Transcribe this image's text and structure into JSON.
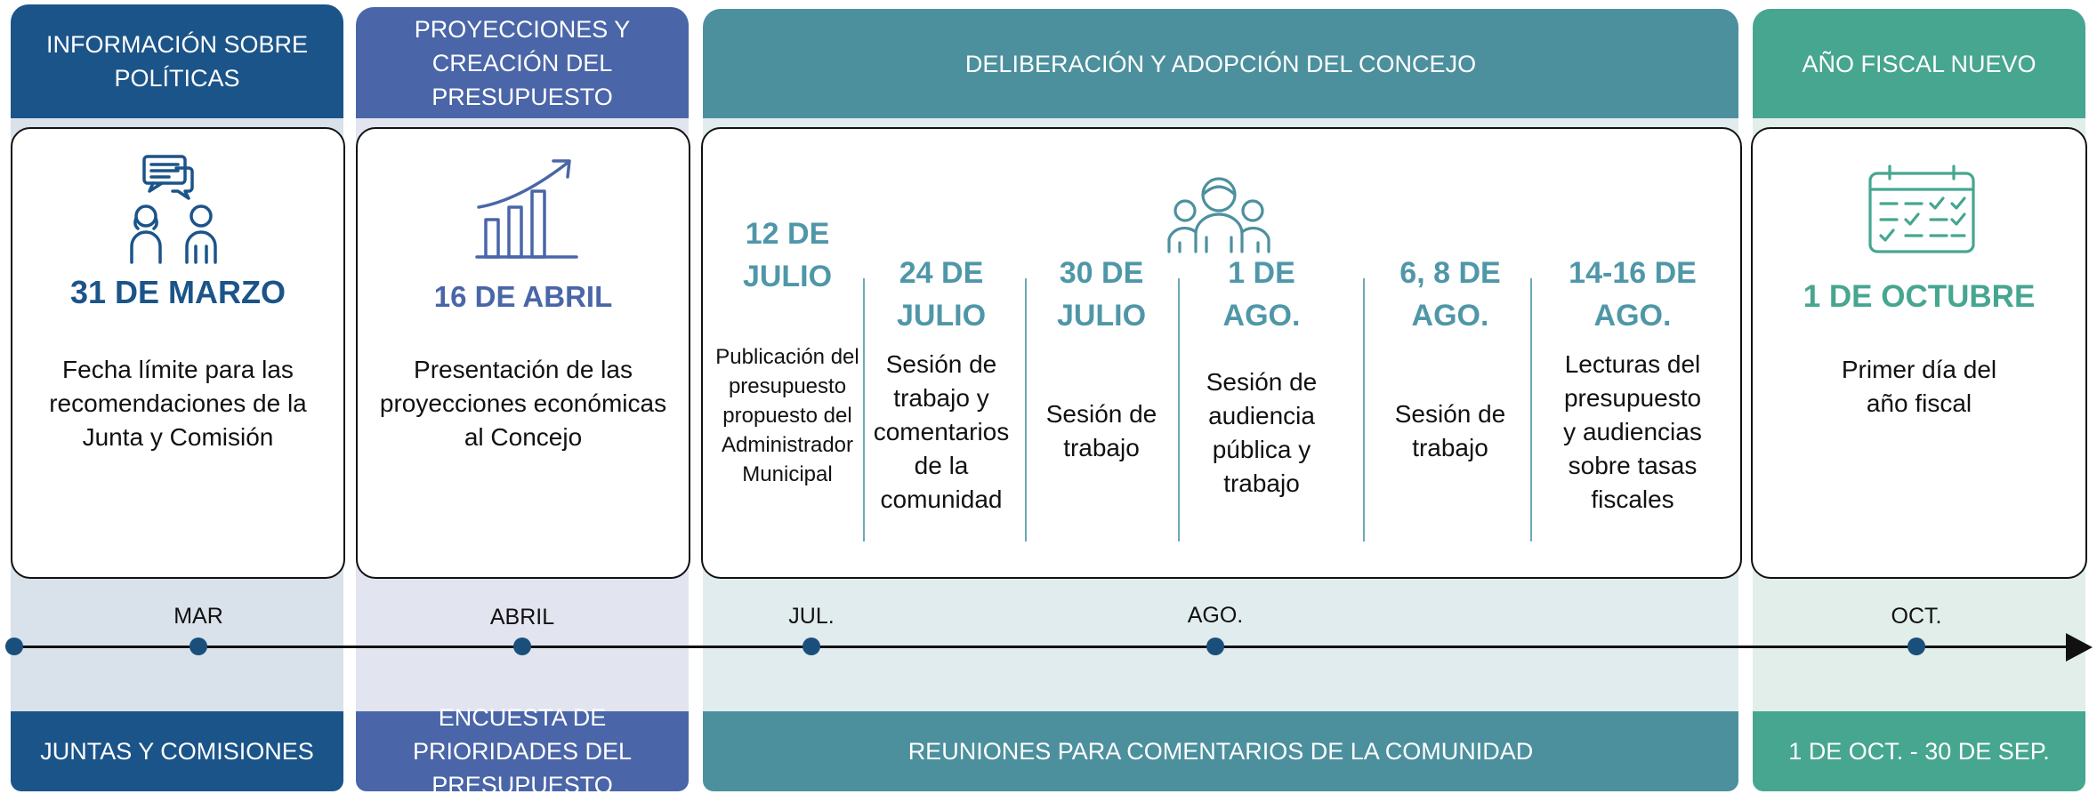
{
  "colors": {
    "phase1": "#1b5489",
    "phase2": "#4a66a8",
    "phase3": "#4c909e",
    "phase4": "#46a690",
    "band1": "#d9e2eb",
    "band2": "#e2e5ef",
    "band3": "#e1ecee",
    "band4": "#e1eeea",
    "timeline": "#111111",
    "dot": "#1b4f7b"
  },
  "phases": [
    {
      "header": "INFORMACIÓN SOBRE POLÍTICAS",
      "icon": "discussion-people-icon",
      "date": "31 DE MARZO",
      "description": "Fecha límite para las recomendaciones de la Junta y Comisión",
      "footer": "JUNTAS Y COMISIONES"
    },
    {
      "header": "PROYECCIONES Y CREACIÓN DEL PRESUPUESTO",
      "icon": "growth-chart-icon",
      "date": "16 DE ABRIL",
      "description": "Presentación de las proyecciones económicas al Concejo",
      "footer": "ENCUESTA DE PRIORIDADES DEL PRESUPUESTO"
    },
    {
      "header": "DELIBERACIÓN Y ADOPCIÓN DEL CONCEJO",
      "icon": "group-people-icon",
      "milestones": [
        {
          "date": "12 DE JULIO",
          "description": "Publicación del presupuesto propuesto del Administrador Municipal"
        },
        {
          "date": "24 DE JULIO",
          "description": "Sesión de trabajo y comentarios de la comunidad"
        },
        {
          "date": "30 DE JULIO",
          "description": "Sesión de trabajo"
        },
        {
          "date": "1 DE AGO.",
          "description": "Sesión de audiencia pública y trabajo"
        },
        {
          "date": "6, 8 DE AGO.",
          "description": "Sesión de trabajo"
        },
        {
          "date": "14-16 DE AGO.",
          "description": "Lecturas del presupuesto y audiencias sobre tasas fiscales"
        }
      ],
      "footer": "REUNIONES PARA COMENTARIOS DE LA COMUNIDAD"
    },
    {
      "header": "AÑO FISCAL NUEVO",
      "icon": "calendar-icon",
      "date": "1 DE OCTUBRE",
      "description": "Primer día del año fiscal",
      "footer": "1 DE OCT. - 30 DE SEP."
    }
  ],
  "timeline": {
    "months": [
      "MAR",
      "ABRIL",
      "JUL.",
      "AGO.",
      "OCT."
    ]
  }
}
